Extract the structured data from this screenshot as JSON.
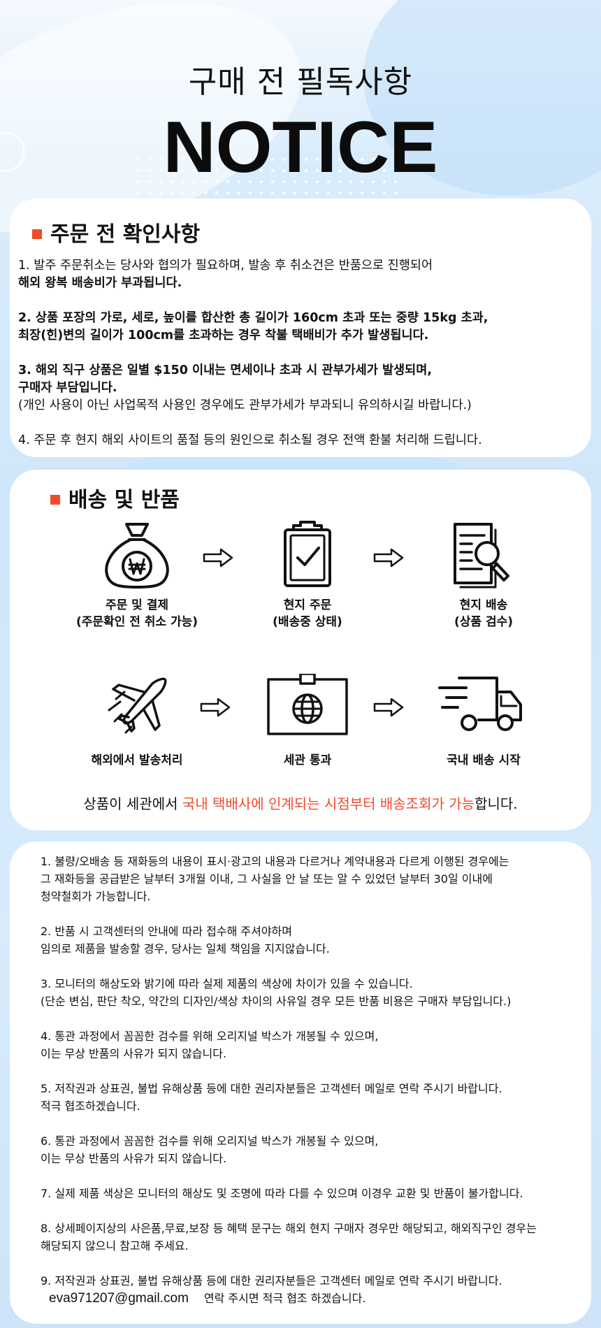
{
  "header": {
    "subtitle": "구매 전 필독사항",
    "title": "NOTICE"
  },
  "order_check": {
    "title": "주문 전 확인사항",
    "items": [
      {
        "line1": "1. 발주 주문취소는 당사와 협의가 필요하며, 발송 후 취소건은 반품으로 진행되어",
        "line2": "해외 왕복 배송비가 부과됩니다."
      },
      {
        "line1": "2. 상품 포장의 가로, 세로, 높이를 합산한 총 길이가 160cm 초과 또는 중량 15kg 초과,",
        "line2": "최장(힌)변의 길이가 100cm를 초과하는 경우 착불 택배비가 추가 발생됩니다."
      },
      {
        "line1": "3. 해외 직구 상품은 일별 $150 이내는 면세이나 초과 시 관부가세가 발생되며,",
        "line2": "구매자 부담입니다.",
        "line3": "(개인 사용이 아닌 사업목적 사용인 경우에도 관부가세가 부과되니 유의하시길 바랍니다.)"
      },
      {
        "line1": "4. 주문 후 현지 해외 사이트의 품절 등의 원인으로 취소될 경우 전액 환불 처리해 드립니다."
      }
    ]
  },
  "shipping": {
    "title": "배송 및 반품",
    "steps": [
      {
        "icon": "money-bag-won-icon",
        "line1": "주문 및 결제",
        "line2": "(주문확인 전 취소 가능)"
      },
      {
        "icon": "clipboard-check-icon",
        "line1": "현지 주문",
        "line2": "(배송중 상태)"
      },
      {
        "icon": "document-search-icon",
        "line1": "현지 배송",
        "line2": "(상품 검수)"
      },
      {
        "icon": "airplane-icon",
        "line1": "해외에서 발송처리",
        "line2": ""
      },
      {
        "icon": "customs-box-globe-icon",
        "line1": "세관 통과",
        "line2": ""
      },
      {
        "icon": "delivery-truck-icon",
        "line1": "국내 배송 시작",
        "line2": ""
      }
    ],
    "tracking_prefix": "상품이 세관에서 ",
    "tracking_highlight": "국내 택배사에 인계되는 시점부터 배송조회가 가능",
    "tracking_suffix": "합니다.",
    "accent_color": "#ef4b2e"
  },
  "policy": {
    "items": [
      {
        "lines": [
          "1. 불량/오배송 등 재화등의 내용이 표시·광고의 내용과 다르거나 계약내용과 다르게 이행된 경우에는",
          "그 재화등을 공급받은 날부터 3개월 이내, 그 사실을 안 날 또는 알 수 있었던 날부터 30일 이내에",
          "청약철회가 가능합니다."
        ]
      },
      {
        "lines": [
          "2. 반품 시 고객센터의 안내에 따라 접수해 주셔야하며",
          "임의로 제품을 발송할 경우, 당사는 일체 책임을 지지않습니다."
        ]
      },
      {
        "lines": [
          "3. 모니터의 해상도와 밝기에 따라 실제 제품의 색상에 차이가 있을 수 있습니다.",
          "(단순 변심, 판단 착오, 약간의 디자인/색상 차이의 사유일 경우 모든 반품 비용은 구매자 부담입니다.)"
        ]
      },
      {
        "lines": [
          "4. 통관 과정에서 꼼꼼한 검수를 위해 오리지널 박스가 개봉될 수 있으며,",
          "이는 무상 반품의 사유가 되지 않습니다."
        ]
      },
      {
        "lines": [
          "5. 저작권과 상표권, 불법 유해상품 등에 대한 권리자분들은 고객센터 메일로 연락 주시기 바랍니다.",
          "적극 협조하겠습니다."
        ]
      },
      {
        "lines": [
          "6. 통관 과정에서 꼼꼼한 검수를 위해 오리지널 박스가 개봉될 수 있으며,",
          "이는 무상 반품의 사유가 되지 않습니다."
        ]
      },
      {
        "lines": [
          "7. 실제 제품 색상은 모니터의 해상도 및 조명에 따라 다를 수 있으며 이경우 교환 및 반품이 불가합니다."
        ]
      },
      {
        "lines": [
          "8. 상세페이지상의 사은품,무료,보장 등 혜택 문구는 해외 현지 구매자 경우만 해당되고, 해외직구인 경우는",
          "해당되지 않으니 참고해 주세요."
        ]
      },
      {
        "lines": [
          "9. 저작권과 상표권, 불법 유해상품 등에 대한 권리자분들은 고객센터 메일로 연락 주시기 바랍니다."
        ]
      }
    ],
    "email": "eva971207@gmail.com",
    "email_note": "연락 주시면 적극 협조 하겠습니다."
  }
}
